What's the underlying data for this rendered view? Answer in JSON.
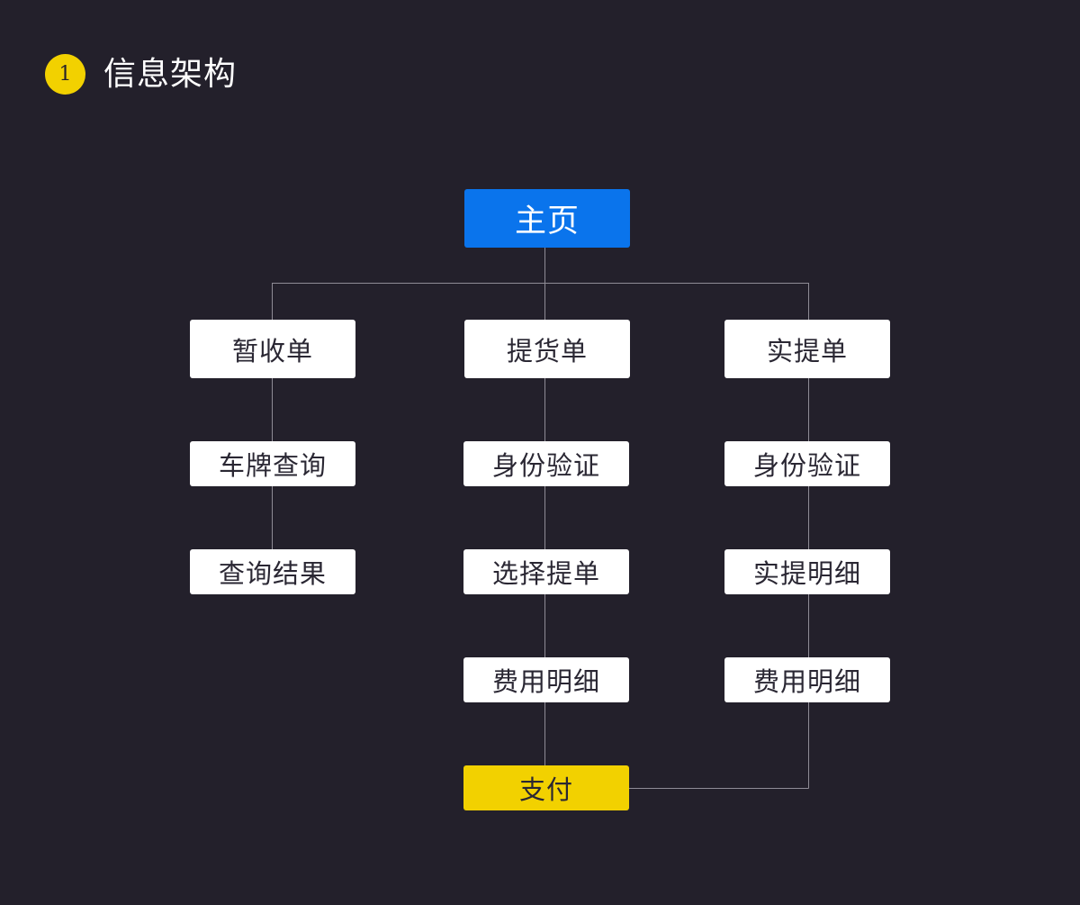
{
  "header": {
    "step_number": "1",
    "title": "信息架构"
  },
  "colors": {
    "background": "#23202b",
    "root_node": "#0a74ec",
    "payment_node": "#f2d100",
    "badge": "#f2d100",
    "node": "#ffffff",
    "connector": "#8f8c96"
  },
  "diagram": {
    "root": "主页",
    "branches": [
      {
        "head": "暂收单",
        "steps": [
          "车牌查询",
          "查询结果"
        ]
      },
      {
        "head": "提货单",
        "steps": [
          "身份验证",
          "选择提单",
          "费用明细"
        ]
      },
      {
        "head": "实提单",
        "steps": [
          "身份验证",
          "实提明细",
          "费用明细"
        ]
      }
    ],
    "final": "支付"
  }
}
